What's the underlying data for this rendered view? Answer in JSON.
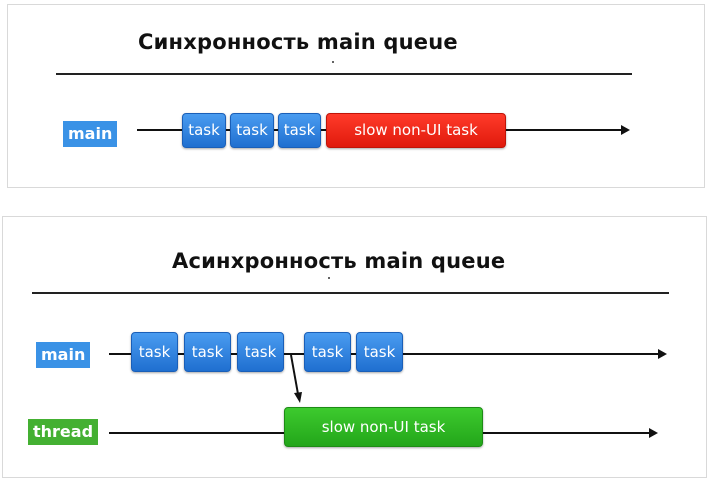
{
  "sync": {
    "title": "Синхронность main queue",
    "lane_label": "main",
    "tasks": [
      "task",
      "task",
      "task"
    ],
    "slow_task": "slow non-UI task"
  },
  "async": {
    "title": "Асинхронность main queue",
    "main_label": "main",
    "thread_label": "thread",
    "main_tasks": [
      "task",
      "task",
      "task",
      "task",
      "task"
    ],
    "slow_task": "slow non-UI task"
  },
  "colors": {
    "task_blue": "#2a7fe0",
    "slow_red": "#f0261a",
    "slow_green": "#2db524",
    "label_blue": "#3a92e6",
    "label_green": "#44b032"
  }
}
